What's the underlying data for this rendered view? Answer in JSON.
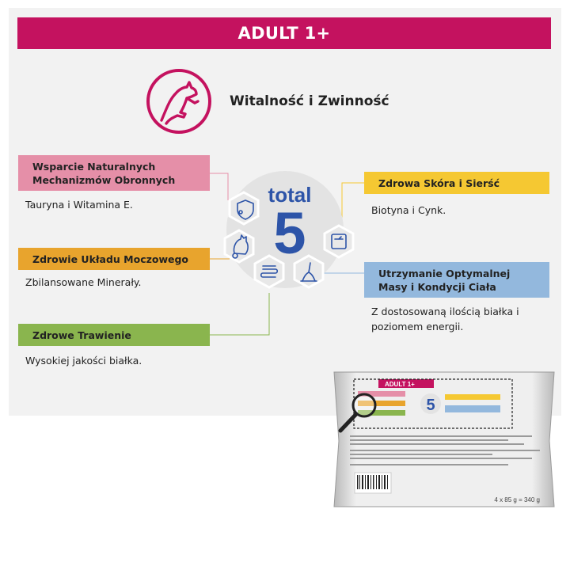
{
  "banner": {
    "title": "ADULT 1+",
    "color": "#c4125f"
  },
  "headline": {
    "title": "Witalność i Zwinność",
    "icon": "cat-stretch-icon"
  },
  "center": {
    "word": "total",
    "number": "5",
    "color": "#2d54a8"
  },
  "benefits": [
    {
      "id": "immune",
      "title_lines": [
        "Wsparcie Naturalnych",
        "Mechanizmów Obronnych"
      ],
      "desc_lines": [
        "Tauryna i Witamina E."
      ],
      "color": "#e58fa8",
      "icon": "shield-virus-icon"
    },
    {
      "id": "urinary",
      "title_lines": [
        "Zdrowie Układu Moczowego"
      ],
      "desc_lines": [
        "Zbilansowane Minerały."
      ],
      "color": "#e8a42d",
      "icon": "cat-urinary-icon"
    },
    {
      "id": "digestion",
      "title_lines": [
        "Zdrowe Trawienie"
      ],
      "desc_lines": [
        "Wysokiej jakości białka."
      ],
      "color": "#8ab54e",
      "icon": "intestine-icon"
    },
    {
      "id": "skin",
      "title_lines": [
        "Zdrowa Skóra i Sierść"
      ],
      "desc_lines": [
        "Biotyna i Cynk."
      ],
      "color": "#f5c832",
      "icon": "hair-follicle-icon"
    },
    {
      "id": "weight",
      "title_lines": [
        "Utrzymanie Optymalnej",
        "Masy i Kondycji Ciała"
      ],
      "desc_lines": [
        "Z dostosowaną ilością białka i",
        "poziomem energii."
      ],
      "color": "#93b8dd",
      "icon": "scale-icon"
    }
  ],
  "package": {
    "badge": "ADULT 1+",
    "weight": "4 x 85 g = 340 g",
    "icon": "magnifier-icon"
  }
}
